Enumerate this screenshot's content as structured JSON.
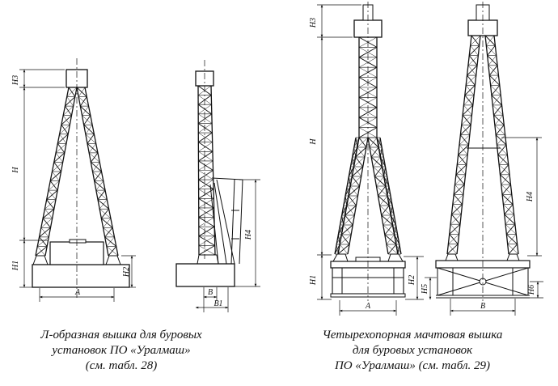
{
  "left_figure": {
    "caption_lines": [
      "Л-образная вышка для буровых",
      "установок ПО «Уралмаш»",
      "(см. табл. 28)"
    ],
    "dim_labels": {
      "H3": "H3",
      "H": "H",
      "H1": "H1",
      "H2": "H2",
      "A": "A",
      "H4": "H4",
      "B": "B",
      "B1": "B1"
    }
  },
  "right_figure": {
    "caption_lines": [
      "Четырехопорная мачтовая вышка",
      "для буровых установок",
      "ПО «Уралмаш» (см. табл. 29)"
    ],
    "dim_labels": {
      "H3": "H3",
      "H": "H",
      "H1": "H1",
      "H2": "H2",
      "H5": "H5",
      "A": "A",
      "H4": "H4",
      "H6": "H6",
      "B": "B"
    }
  },
  "colors": {
    "line": "#111111",
    "background": "#ffffff"
  }
}
